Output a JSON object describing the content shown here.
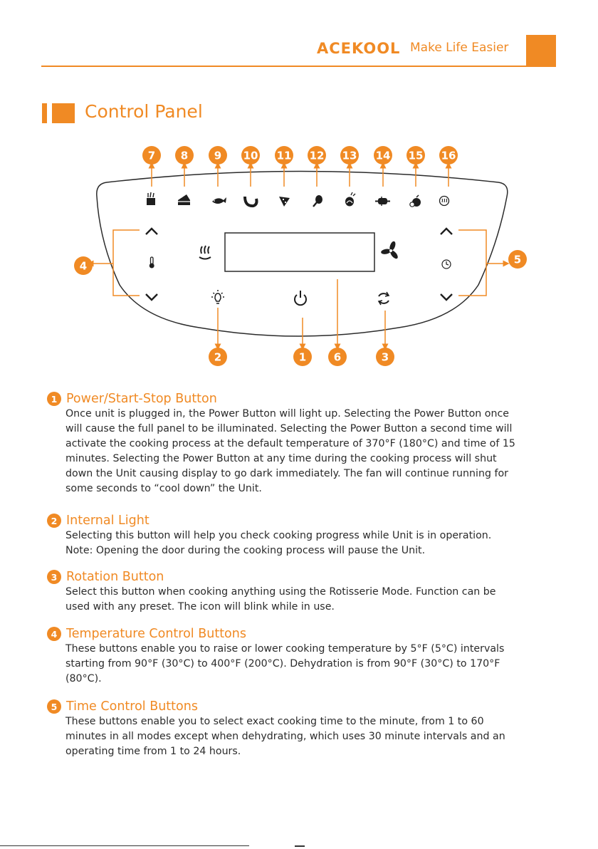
{
  "header": {
    "brand": "ACEKOOL",
    "tagline": "Make Life Easier",
    "accent_color": "#f08a24"
  },
  "section_title": "Control Panel",
  "diagram": {
    "top_callouts": [
      "7",
      "8",
      "9",
      "10",
      "11",
      "12",
      "13",
      "14",
      "15",
      "16"
    ],
    "bottom_callouts": [
      "2",
      "1",
      "6",
      "3"
    ],
    "side_callouts": [
      "4",
      "5"
    ],
    "icons": [
      "fries-icon",
      "cake-icon",
      "fish-icon",
      "shrimp-icon",
      "pizza-icon",
      "drumstick-icon",
      "rotisserie-chicken-icon",
      "steak-icon",
      "vegetables-icon",
      "reheat-icon",
      "heat-icon",
      "fan-icon",
      "thermometer-icon",
      "clock-icon",
      "light-icon",
      "power-icon",
      "rotation-icon",
      "up-arrow-icon",
      "down-arrow-icon"
    ]
  },
  "items": [
    {
      "number": "1",
      "title": "Power/Start-Stop Button",
      "lines": [
        "Once unit is plugged in, the Power Button will light up. Selecting the Power Button once",
        "will cause the full panel to be illuminated. Selecting the Power Button a second time will",
        "activate the cooking  process at the default temperature of 370°F (180°C) and time of 15",
        "minutes. Selecting the Power Button at any time during the cooking process will shut",
        "down the Unit causing display to go dark immediately. The fan will continue running for",
        "some seconds  to “cool down” the  Unit."
      ]
    },
    {
      "number": "2",
      "title": "Internal Light",
      "lines": [
        "Selecting this button will help you check cooking progress while Unit is in operation.",
        "Note: Opening the door during the cooking process will pause the Unit."
      ]
    },
    {
      "number": "3",
      "title": "Rotation Button",
      "lines": [
        "Select this button when cooking anything using the Rotisserie Mode. Function can be",
        "used with any preset. The icon will blink while in use."
      ]
    },
    {
      "number": "4",
      "title": "Temperature Control Buttons",
      "lines": [
        "These buttons enable you to raise or lower cooking temperature by 5°F (5°C) intervals",
        "starting from  90°F (30°C) to 400°F (200°C). Dehydration is from 90°F (30°C) to 170°F",
        "(80°C)."
      ]
    },
    {
      "number": "5",
      "title": "Time Control Buttons",
      "lines": [
        "These buttons enable you to select exact cooking time to the minute, from 1 to 60",
        "minutes in all modes except when dehydrating, which uses 30 minute intervals and an",
        "operating time from 1 to 24 hours."
      ]
    }
  ]
}
